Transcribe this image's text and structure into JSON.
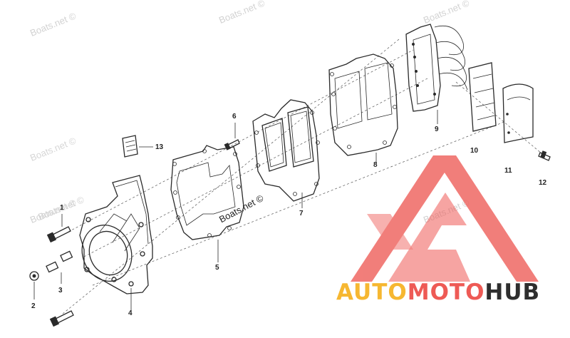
{
  "watermarks": {
    "w1": "Boats.net ©",
    "w2": "Boats.net ©",
    "w3": "Boats.net ©",
    "w4": "Boats.net ©",
    "w5": "Boats.net ©",
    "w6": "Boats.net ©",
    "w7": "Boats.net ©",
    "w8": "Boats.net ©"
  },
  "callouts": {
    "c1": "1",
    "c2": "2",
    "c3": "3",
    "c4": "4",
    "c5": "5",
    "c6": "6",
    "c7": "7",
    "c8": "8",
    "c9": "9",
    "c10": "10",
    "c11": "11",
    "c12": "12",
    "c13": "13"
  },
  "logo": {
    "part1": "AUTO",
    "part2": "MOTO",
    "part3": "HUB",
    "colors": {
      "yellow": "#f6b731",
      "red": "#ee5a55",
      "dark": "#2e2e2e"
    }
  }
}
